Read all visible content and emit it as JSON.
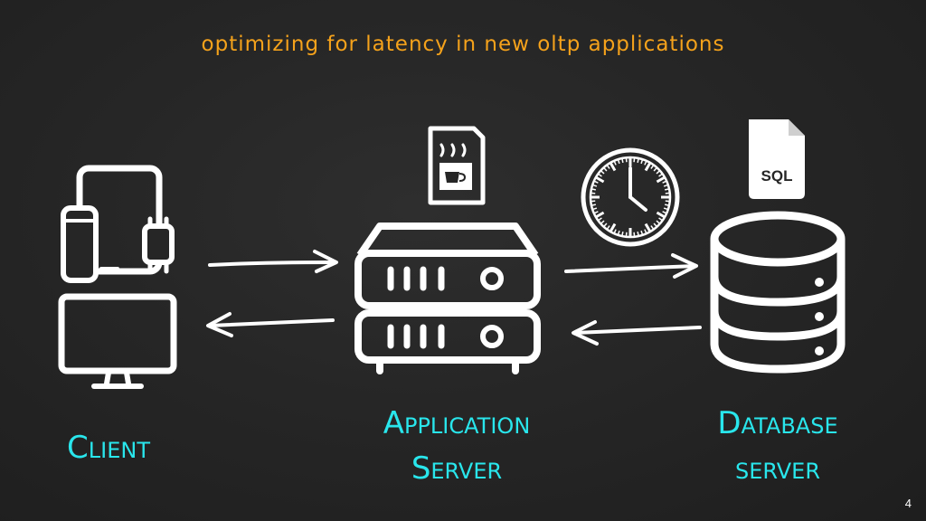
{
  "slide": {
    "title": "optimizing for latency in new oltp applications",
    "page_number": "4"
  },
  "nodes": {
    "client": {
      "label": "Client"
    },
    "app_server": {
      "label_lines": [
        "Application",
        "Server"
      ]
    },
    "database": {
      "label_lines": [
        "Database",
        "server"
      ]
    }
  },
  "icons": {
    "sql_file_text": "SQL"
  },
  "colors": {
    "title": "#f5a21b",
    "labels": "#29e6ec",
    "icons": "#ffffff",
    "background": "#232323"
  }
}
